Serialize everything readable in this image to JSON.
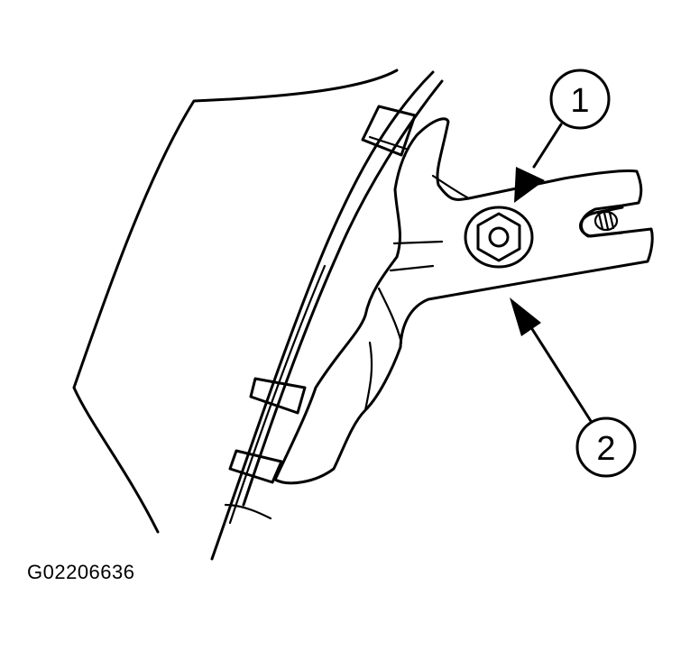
{
  "figure": {
    "id": "G02206636",
    "callouts": [
      {
        "label": "1",
        "target": "nut"
      },
      {
        "label": "2",
        "target": "bracket"
      }
    ],
    "colors": {
      "ink": "#000000",
      "background": "#ffffff"
    }
  }
}
